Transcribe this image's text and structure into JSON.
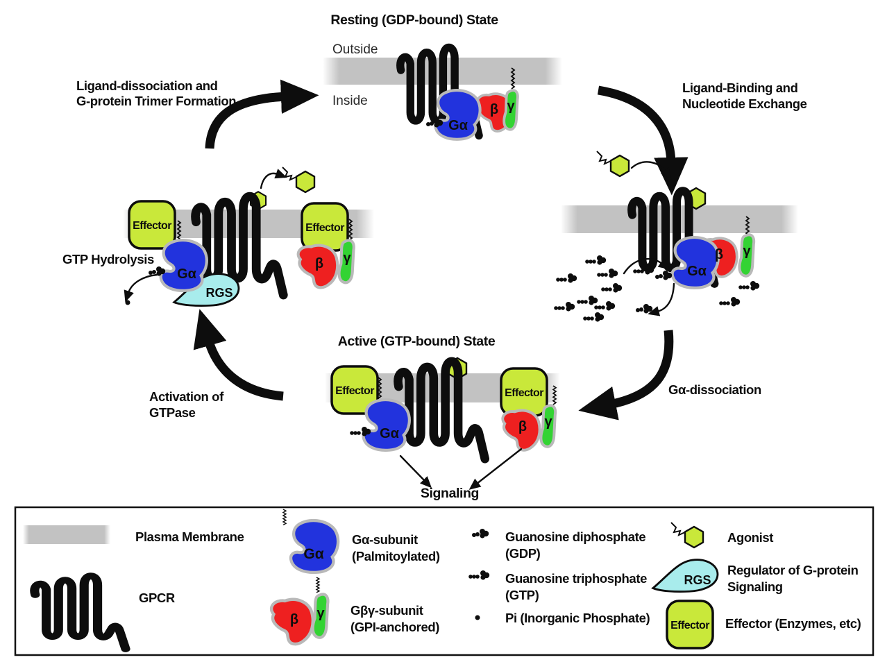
{
  "colors": {
    "g_alpha": "#2233dd",
    "g_beta": "#ee2020",
    "g_gamma": "#33d333",
    "effector": "#c9e83a",
    "agonist": "#c9e83a",
    "rgs": "#a8ecec",
    "membrane": "#c2c2c2",
    "outline": "#b9b9b9",
    "ink": "#0d0d0d"
  },
  "resting": {
    "title": "Resting (GDP-bound) State",
    "outside": "Outside",
    "inside": "Inside",
    "g_alpha": "Gα",
    "beta": "β",
    "gamma": "γ"
  },
  "transitions": {
    "ligand_dissociation": {
      "line1": "Ligand-dissociation and",
      "line2": "G-protein Trimer Formation"
    },
    "ligand_binding": {
      "line1": "Ligand-Binding and",
      "line2": "Nucleotide Exchange"
    },
    "ga_dissociation": {
      "label": "Gα-dissociation"
    },
    "gtpase_activation": {
      "line1": "Activation of",
      "line2": "GTPase"
    }
  },
  "exchange_state": {
    "g_alpha": "Gα",
    "beta": "β",
    "gamma": "γ"
  },
  "active": {
    "title": "Active (GTP-bound) State",
    "effector_left": "Effector",
    "effector_right": "Effector",
    "g_alpha": "Gα",
    "beta": "β",
    "gamma": "γ",
    "signaling": "Signaling"
  },
  "hydrolysis": {
    "label": "GTP Hydrolysis",
    "effector_left": "Effector",
    "effector_right": "Effector",
    "g_alpha": "Gα",
    "rgs": "RGS",
    "beta": "β",
    "gamma": "γ"
  },
  "legend": {
    "plasma_membrane": "Plasma Membrane",
    "gpcr": "GPCR",
    "g_alpha_label": "Gα",
    "g_alpha_line1": "Gα-subunit",
    "g_alpha_line2": "(Palmitoylated)",
    "beta": "β",
    "gamma": "γ",
    "gbg_line1": "Gβγ-subunit",
    "gbg_line2": "(GPI-anchored)",
    "gdp_line1": "Guanosine diphosphate",
    "gdp_line2": "(GDP)",
    "gtp_line1": "Guanosine triphosphate",
    "gtp_line2": "(GTP)",
    "pi": "Pi (Inorganic Phosphate)",
    "agonist": "Agonist",
    "rgs_line1": "Regulator of G-protein",
    "rgs_line2": "Signaling",
    "rgs_label": "RGS",
    "effector_label": "Effector",
    "effector": "Effector (Enzymes, etc)"
  }
}
